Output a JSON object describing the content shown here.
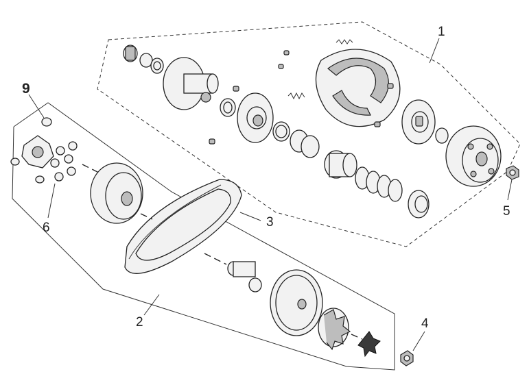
{
  "callouts": {
    "c1": "1",
    "c2": "2",
    "c3": "3",
    "c4": "4",
    "c5": "5",
    "c6": "6",
    "c9": "9"
  }
}
